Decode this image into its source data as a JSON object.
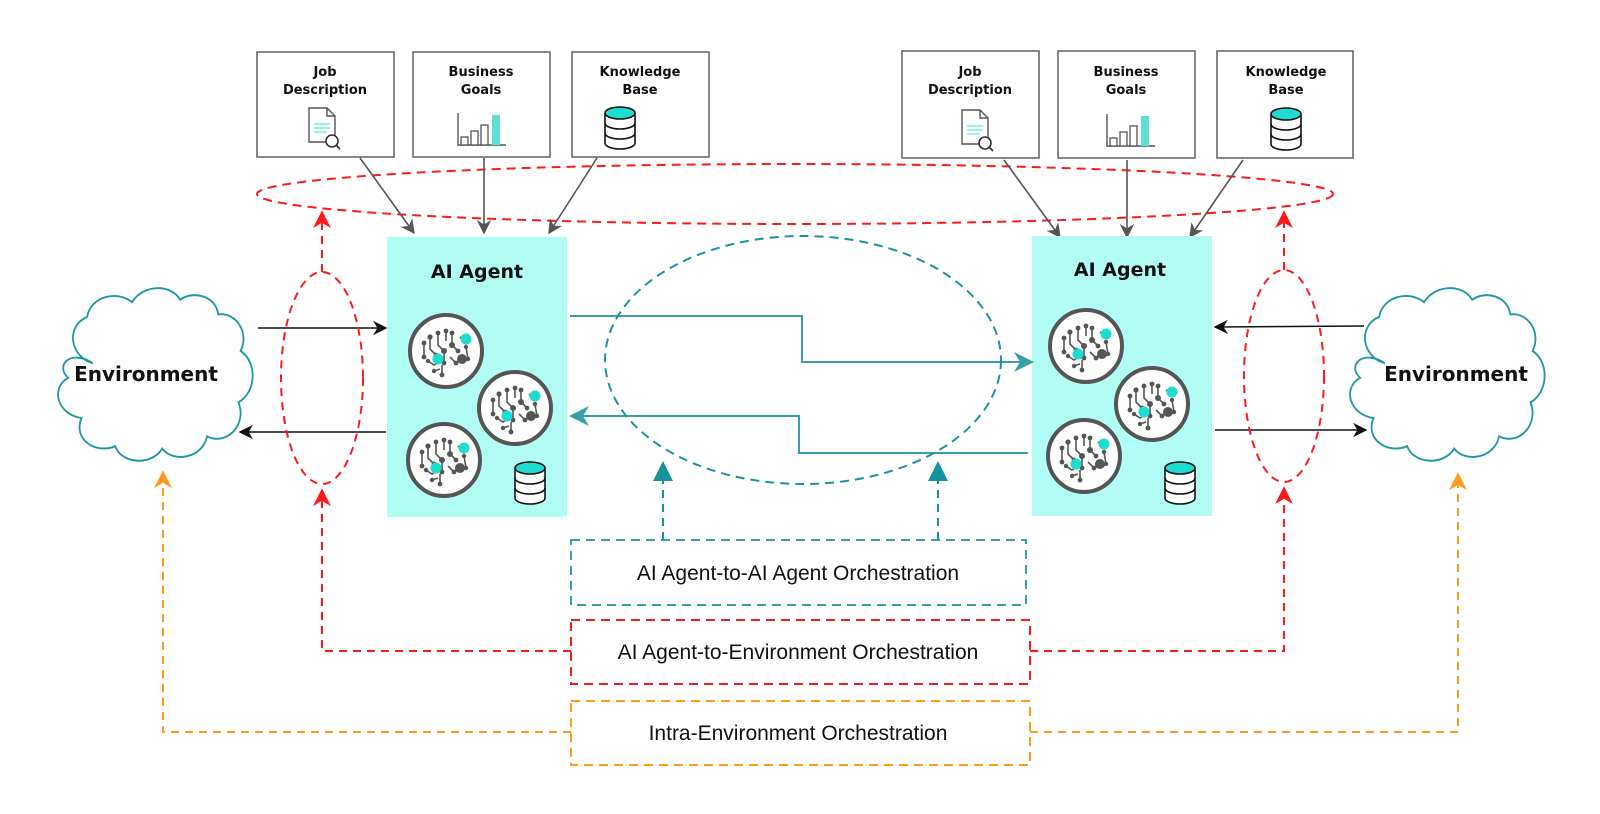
{
  "colors": {
    "agent_fill": "#b1fdf4",
    "teal": "#2f9aa6",
    "teal_line": "#3aa0a8",
    "cloud": "#2196a6",
    "red": "#ff1a1a",
    "orange": "#ff9a1a",
    "gray_arrow": "#555555",
    "accent": "#1fdcd0"
  },
  "left": {
    "inputs": [
      {
        "title_line1": "Job",
        "title_line2": "Description",
        "icon": "document-search-icon"
      },
      {
        "title_line1": "Business",
        "title_line2": "Goals",
        "icon": "bar-chart-icon"
      },
      {
        "title_line1": "Knowledge",
        "title_line2": "Base",
        "icon": "database-icon"
      }
    ],
    "agent": {
      "title": "AI Agent",
      "icons": [
        "brain-network-icon",
        "brain-network-icon",
        "brain-network-icon",
        "database-icon"
      ]
    },
    "environment": {
      "label": "Environment"
    }
  },
  "right": {
    "inputs": [
      {
        "title_line1": "Job",
        "title_line2": "Description",
        "icon": "document-search-icon"
      },
      {
        "title_line1": "Business",
        "title_line2": "Goals",
        "icon": "bar-chart-icon"
      },
      {
        "title_line1": "Knowledge",
        "title_line2": "Base",
        "icon": "database-icon"
      }
    ],
    "agent": {
      "title": "AI Agent",
      "icons": [
        "brain-network-icon",
        "brain-network-icon",
        "brain-network-icon",
        "database-icon"
      ]
    },
    "environment": {
      "label": "Environment"
    }
  },
  "orchestration": {
    "agent_to_agent": "AI Agent-to-AI Agent Orchestration",
    "agent_to_environment": "AI Agent-to-Environment Orchestration",
    "intra_environment": "Intra-Environment Orchestration"
  }
}
